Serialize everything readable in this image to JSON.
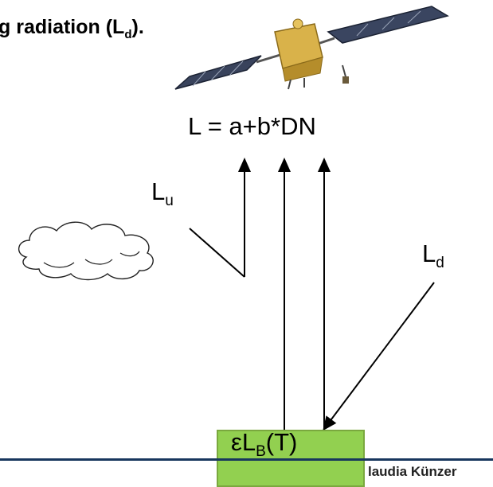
{
  "heading": {
    "text": "g radiation (L",
    "sub": "d",
    "tail": ")."
  },
  "equation": "L = a+b*DN",
  "labels": {
    "upwelling_main": "L",
    "upwelling_sub": "u",
    "downwelling_main": "L",
    "downwelling_sub": "d"
  },
  "emission_box": {
    "prefix": "εL",
    "sub": "B",
    "suffix": "(T)",
    "color": "#92d050"
  },
  "footer": {
    "author": "laudia Künzer",
    "line_color": "#17365d"
  },
  "icons": {
    "satellite": "satellite-icon",
    "cloud": "cloud-icon"
  }
}
